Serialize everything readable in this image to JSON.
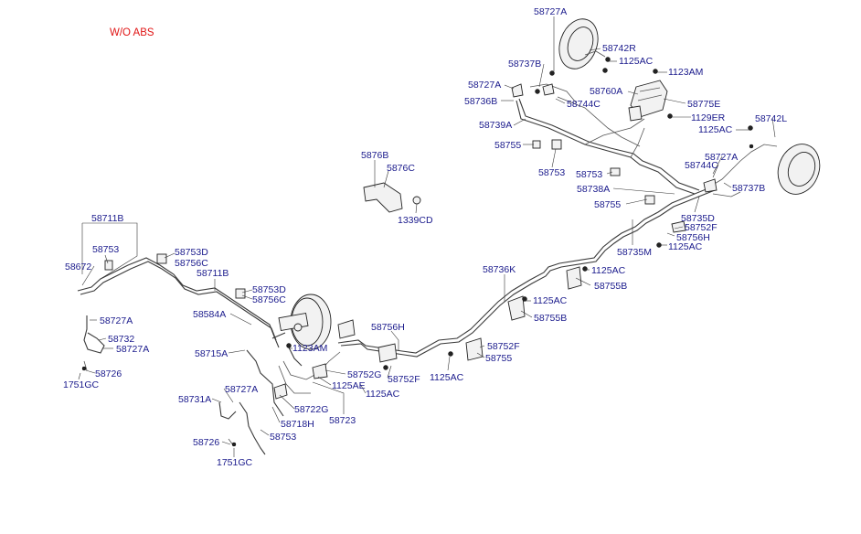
{
  "title": "W/O ABS",
  "labels": {
    "l1": "58727A",
    "l2": "58742R",
    "l3": "1125AC",
    "l4": "58737B",
    "l5": "1123AM",
    "l6": "58727A",
    "l7": "58760A",
    "l8": "58736B",
    "l9": "58744C",
    "l10": "58775E",
    "l11": "1129ER",
    "l12": "58739A",
    "l13": "58742L",
    "l14": "1125AC",
    "l15": "58755",
    "l16": "58753",
    "l17": "58727A",
    "l18": "58744C",
    "l19": "58753",
    "l20": "58738A",
    "l21": "58737B",
    "l22": "58755",
    "l23": "5876B",
    "l24": "5876C",
    "l25": "1339CD",
    "l26": "58735D",
    "l27": "58752F",
    "l28": "58756H",
    "l29": "1125AC",
    "l30": "58735M",
    "l31": "58711B",
    "l32": "58753",
    "l33": "58753D",
    "l34": "58756C",
    "l35": "58672",
    "l36": "58711B",
    "l37": "58736K",
    "l38": "1125AC",
    "l39": "58755B",
    "l40": "58753D",
    "l41": "58756C",
    "l42": "1125AC",
    "l43": "58584A",
    "l44": "58755B",
    "l45": "58727A",
    "l46": "58756H",
    "l47": "58732",
    "l48": "1123AM",
    "l49": "58727A",
    "l50": "58752F",
    "l51": "58715A",
    "l52": "58755",
    "l53": "58726",
    "l54": "58752G",
    "l55": "1751GC",
    "l56": "58752F",
    "l57": "1125AC",
    "l58": "1125AE",
    "l59": "58727A",
    "l60": "1125AC",
    "l61": "58731A",
    "l62": "58722G",
    "l63": "58723",
    "l64": "58718H",
    "l65": "58753",
    "l66": "58726",
    "l67": "1751GC"
  }
}
